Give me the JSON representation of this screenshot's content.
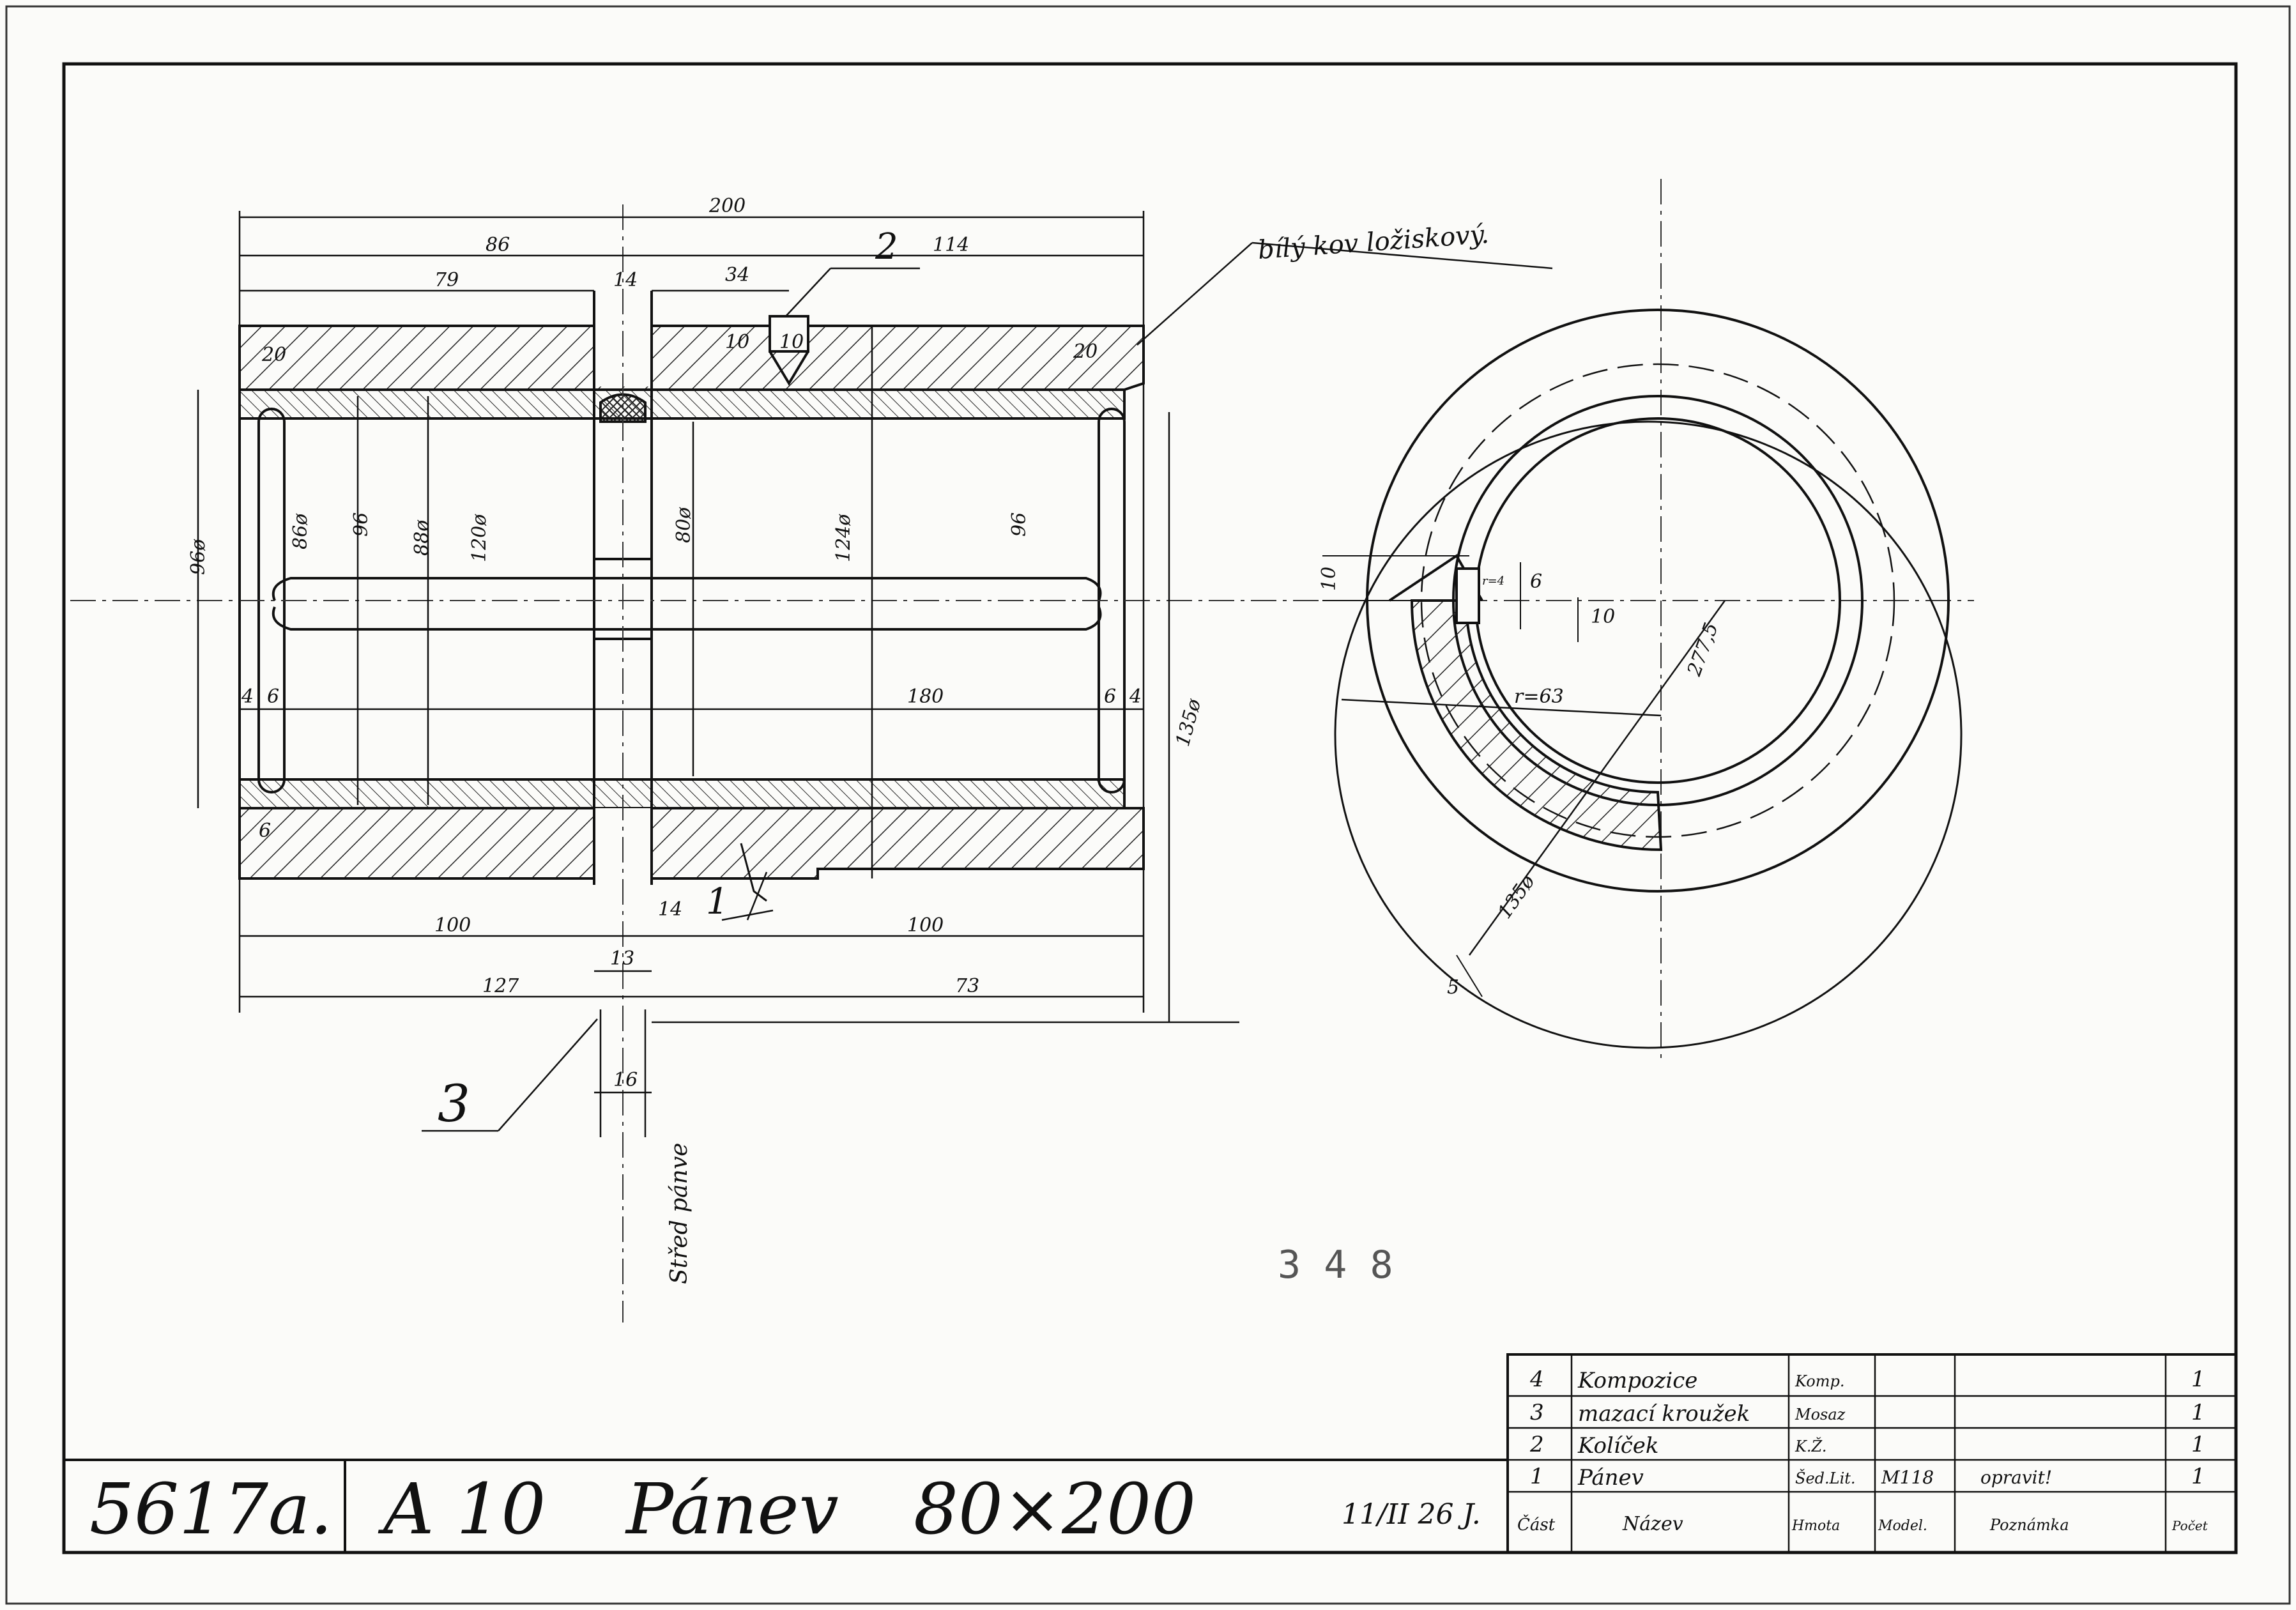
{
  "title_block": {
    "drawing_number": "5617a.",
    "code": "A 10",
    "name": "Pánev",
    "size": "80×200",
    "date_sign": "11/II 26 J."
  },
  "parts_table": {
    "headers": {
      "part": "Část",
      "name": "Název",
      "material": "Hmota",
      "model": "Model.",
      "note": "Poznámka",
      "count": "Počet"
    },
    "rows": [
      {
        "part": "4",
        "name": "Kompozice",
        "material": "Komp.",
        "model": "",
        "note": "",
        "count": "1"
      },
      {
        "part": "3",
        "name": "mazací kroužek",
        "material": "Mosaz",
        "model": "",
        "note": "",
        "count": "1"
      },
      {
        "part": "2",
        "name": "Kolíček",
        "material": "K.Ž.",
        "model": "",
        "note": "",
        "count": "1"
      },
      {
        "part": "1",
        "name": "Pánev",
        "material": "Šed.Lit.",
        "model": "M118",
        "note": "opravit!",
        "count": "1"
      }
    ]
  },
  "annotations": {
    "white_metal_note": "bílý kov ložiskový.",
    "center_note": "Střed pánve",
    "stamp": "3 4 8"
  },
  "dimensions": {
    "top": [
      "200",
      "86",
      "114",
      "79",
      "14",
      "34",
      "20",
      "10",
      "10",
      "20"
    ],
    "left": [
      "96ø",
      "86ø",
      "96",
      "88ø",
      "120ø",
      "80ø",
      "124ø",
      "96"
    ],
    "inner": [
      "4",
      "6",
      "180",
      "6",
      "4",
      "135ø",
      "6"
    ],
    "bottom": [
      "100",
      "14",
      "100",
      "13",
      "127",
      "73",
      "16"
    ],
    "side_view": [
      "10",
      "r=4",
      "6",
      "10",
      "r=63",
      "277,5",
      "135ø",
      "5"
    ]
  },
  "part_labels": [
    "1",
    "2",
    "3"
  ]
}
